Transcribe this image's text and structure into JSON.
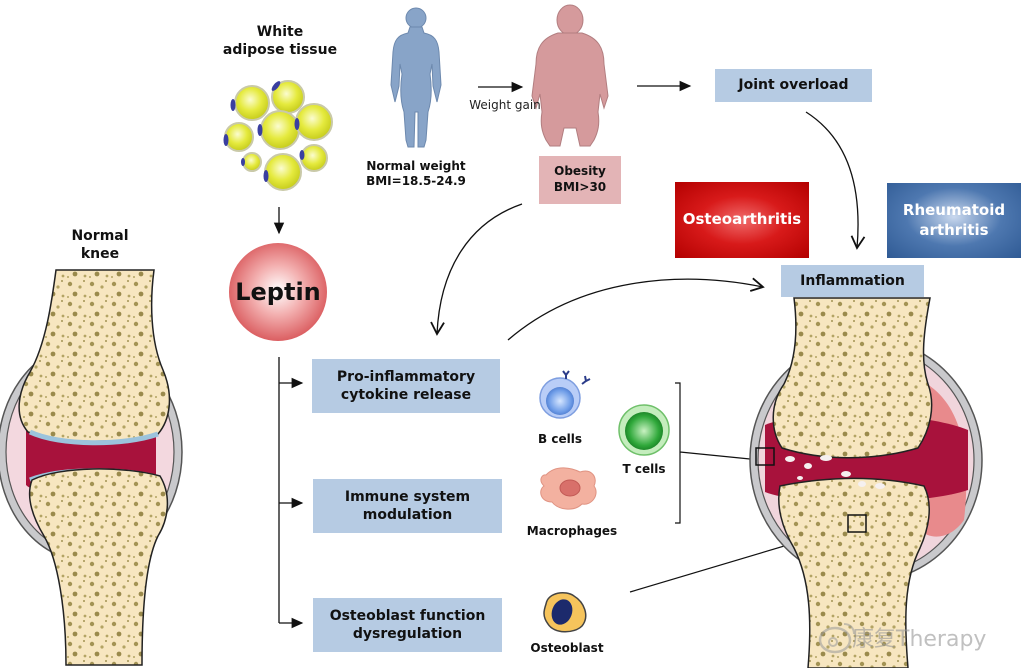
{
  "adipose": {
    "title_line1": "White",
    "title_line2": "adipose tissue"
  },
  "normal_weight": {
    "line1": "Normal weight",
    "line2": "BMI=18.5-24.9"
  },
  "weight_gain": {
    "label": "Weight gain"
  },
  "obesity": {
    "line1": "Obesity",
    "line2": "BMI>30"
  },
  "joint_overload": {
    "label": "Joint overload"
  },
  "osteoarthritis": {
    "label": "Osteoarthritis"
  },
  "rheumatoid": {
    "line1": "Rheumatoid",
    "line2": "arthritis"
  },
  "inflammation": {
    "label": "Inflammation"
  },
  "normal_knee": {
    "line1": "Normal",
    "line2": "knee"
  },
  "leptin": {
    "label": "Leptin"
  },
  "effects": [
    {
      "line1": "Pro-inflammatory",
      "line2": "cytokine release"
    },
    {
      "line1": "Immune system",
      "line2": "modulation"
    },
    {
      "line1": "Osteoblast function",
      "line2": "dysregulation"
    }
  ],
  "cells": {
    "b_cells": "B cells",
    "t_cells": "T cells",
    "macrophages": "Macrophages",
    "osteoblast": "Osteoblast"
  },
  "watermark": {
    "text": "康复Therapy"
  },
  "colors": {
    "box_blue": "#b6cbe3",
    "box_pink": "#e3b4b6",
    "osteoarthritis_red": "#cc0a0a",
    "rheumatoid_blue": "#3a64a0",
    "bone": "#f7e6c0",
    "synovium": "#a8123c"
  }
}
